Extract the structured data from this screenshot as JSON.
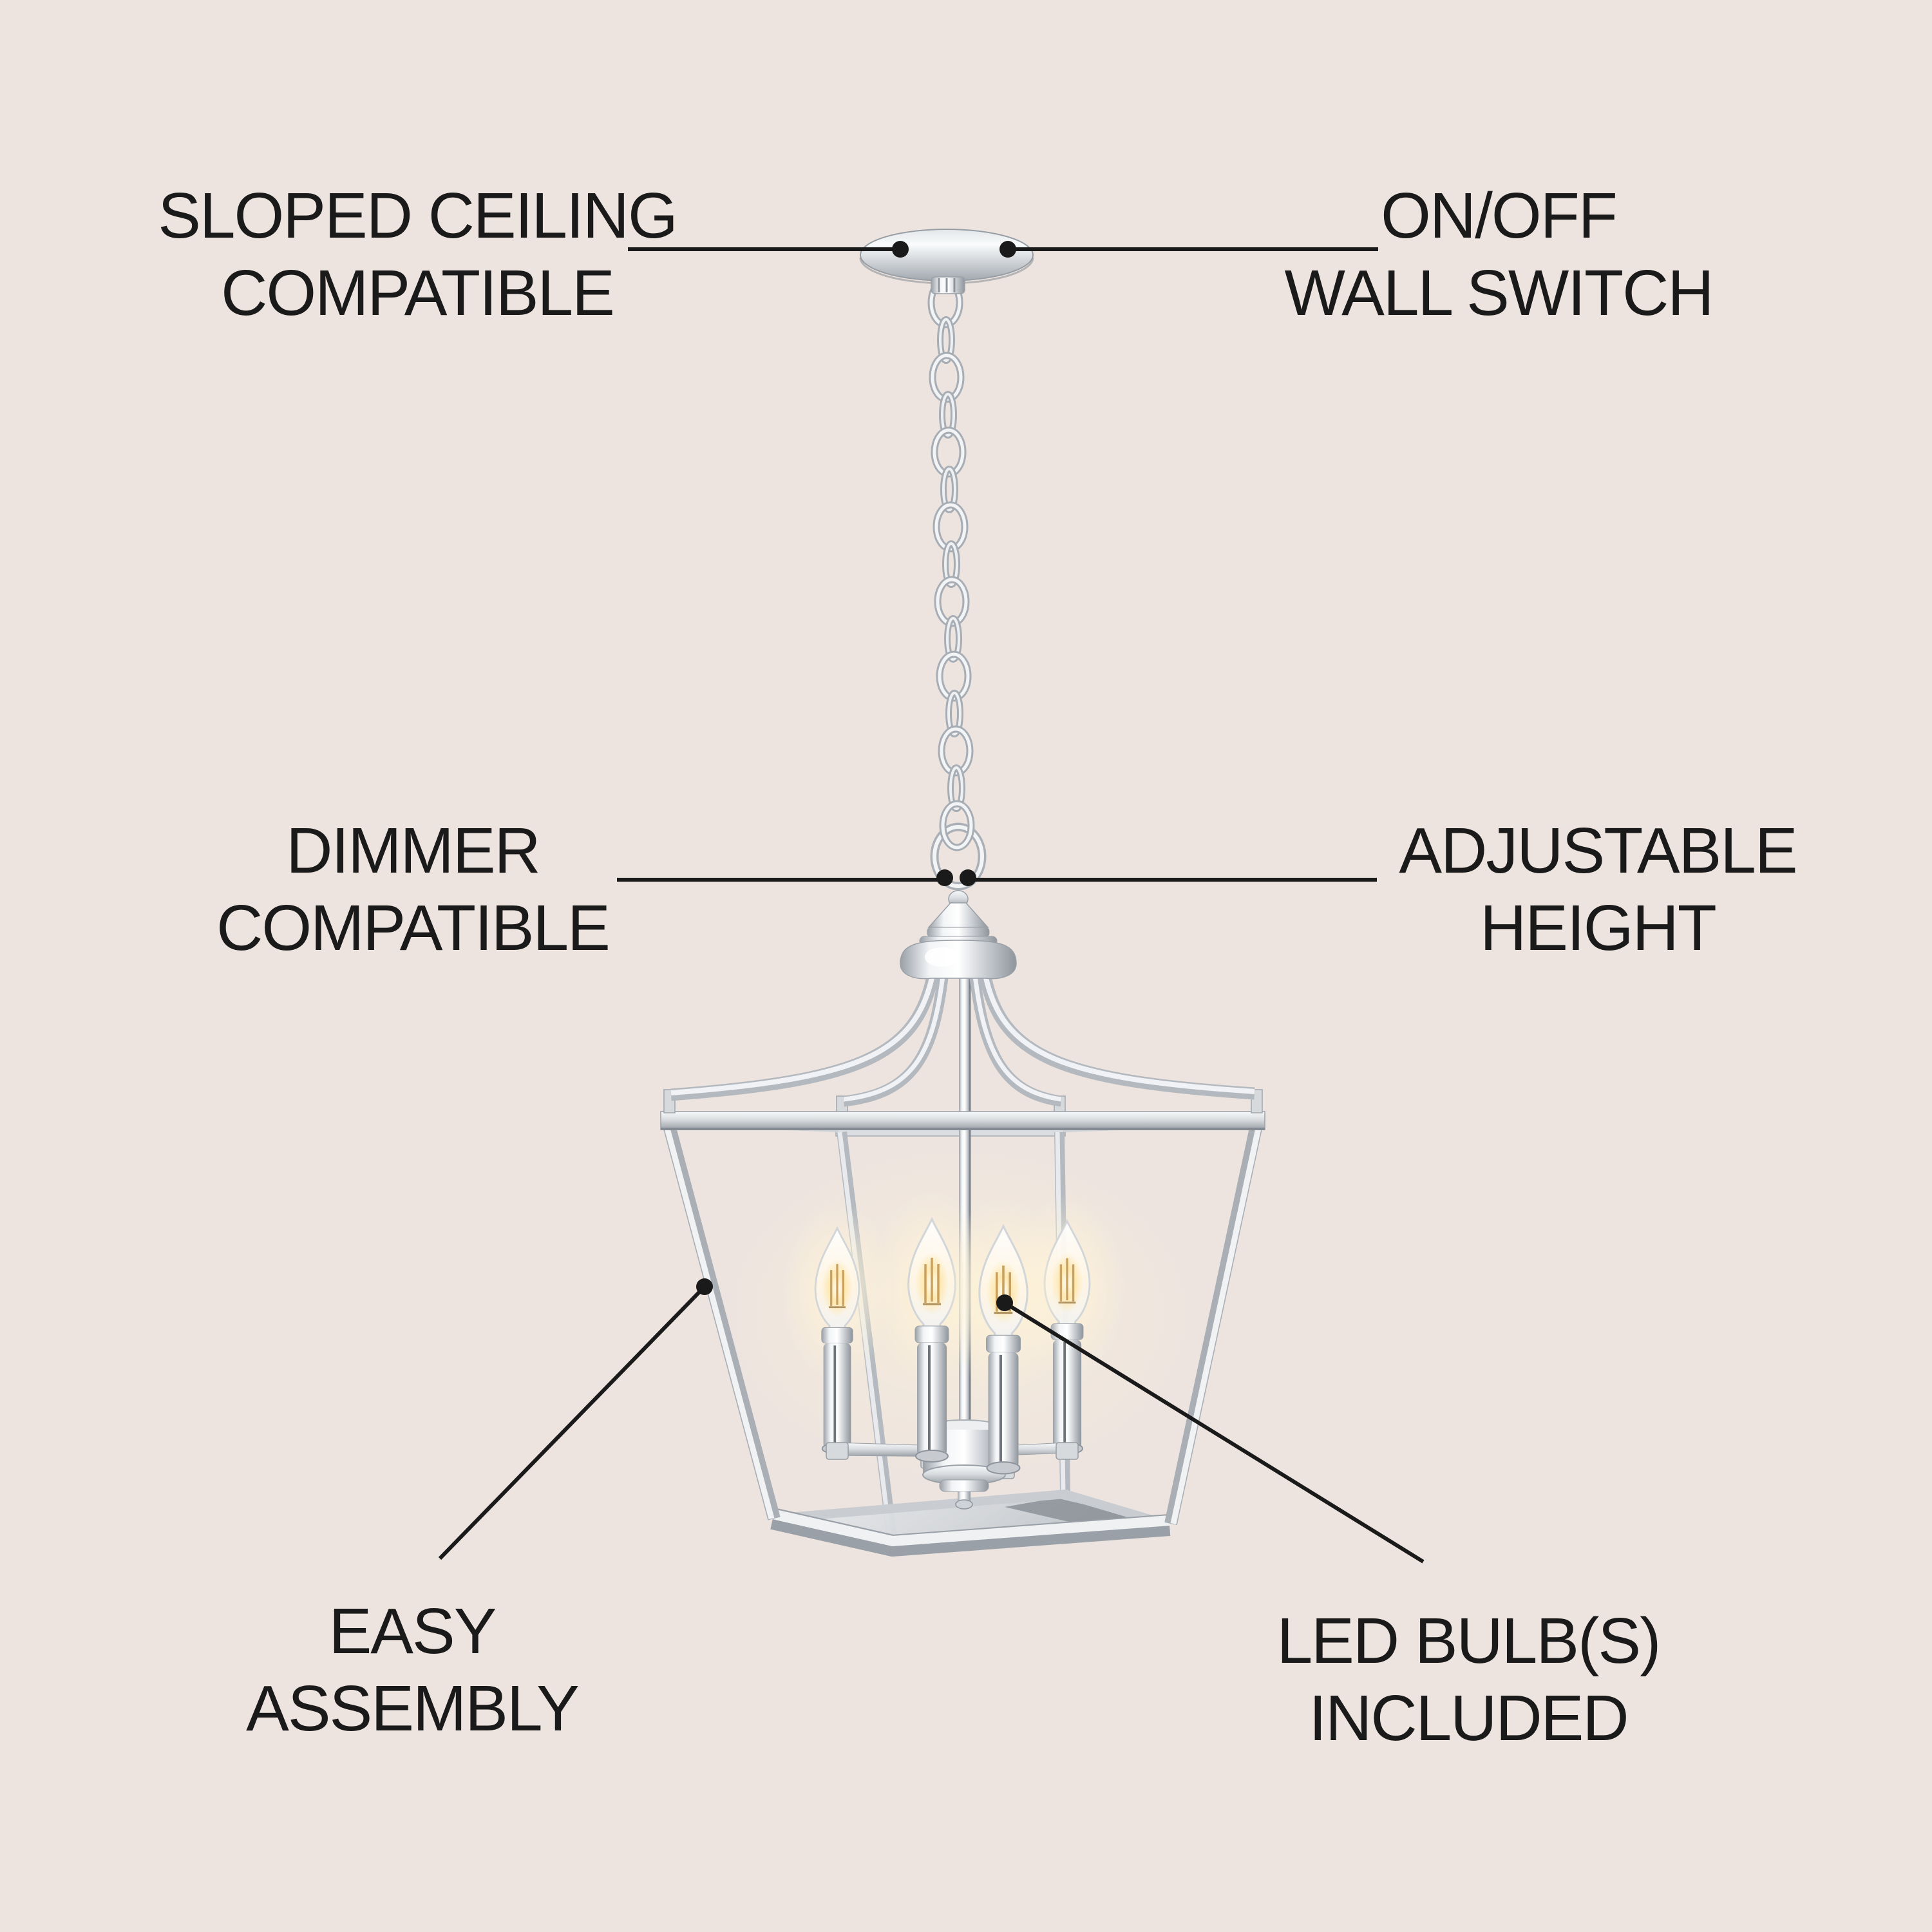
{
  "canvas": {
    "background": "#EDE4DF",
    "text_color": "#1A1A1A",
    "leader_color": "#1A1A1A",
    "chrome_color": "#D8DCDF",
    "glow_color": "#FFF2D2"
  },
  "labels": {
    "sloped_ceiling": {
      "lines": [
        "SLOPED CEILING",
        "COMPATIBLE"
      ]
    },
    "wall_switch": {
      "lines": [
        "ON/OFF",
        "WALL SWITCH"
      ]
    },
    "dimmer": {
      "lines": [
        "DIMMER",
        "COMPATIBLE"
      ]
    },
    "adjustable": {
      "lines": [
        "ADJUSTABLE",
        "HEIGHT"
      ]
    },
    "easy_assembly": {
      "lines": [
        "EASY",
        "ASSEMBLY"
      ]
    },
    "led_bulbs": {
      "lines": [
        "LED BULB(S)",
        "INCLUDED"
      ]
    }
  }
}
